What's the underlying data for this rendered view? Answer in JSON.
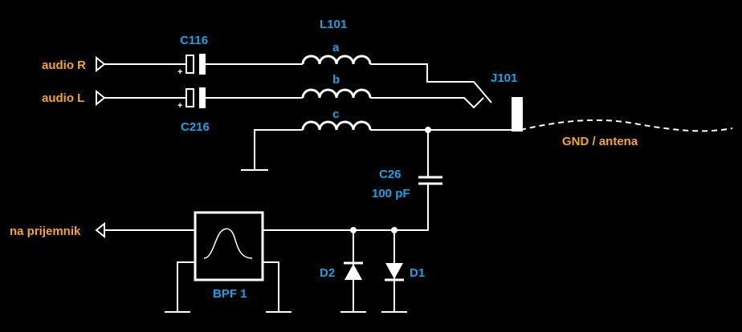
{
  "labels": {
    "l101": "L101",
    "c116": "C116",
    "c216": "C216",
    "coil_a": "a",
    "coil_b": "b",
    "coil_c": "c",
    "j101": "J101",
    "gnd_antena": "GND / antena",
    "c26": "C26",
    "c26_value": "100 pF",
    "audio_r": "audio R",
    "audio_l": "audio L",
    "na_prijemnik": "na prijemnik",
    "bpf1": "BPF 1",
    "d1": "D1",
    "d2": "D2",
    "plus_sign": "+"
  },
  "colors": {
    "background": "#000000",
    "wire": "#ffffff",
    "component_label": "#1ba1e2",
    "signal_label": "#f5a623"
  }
}
